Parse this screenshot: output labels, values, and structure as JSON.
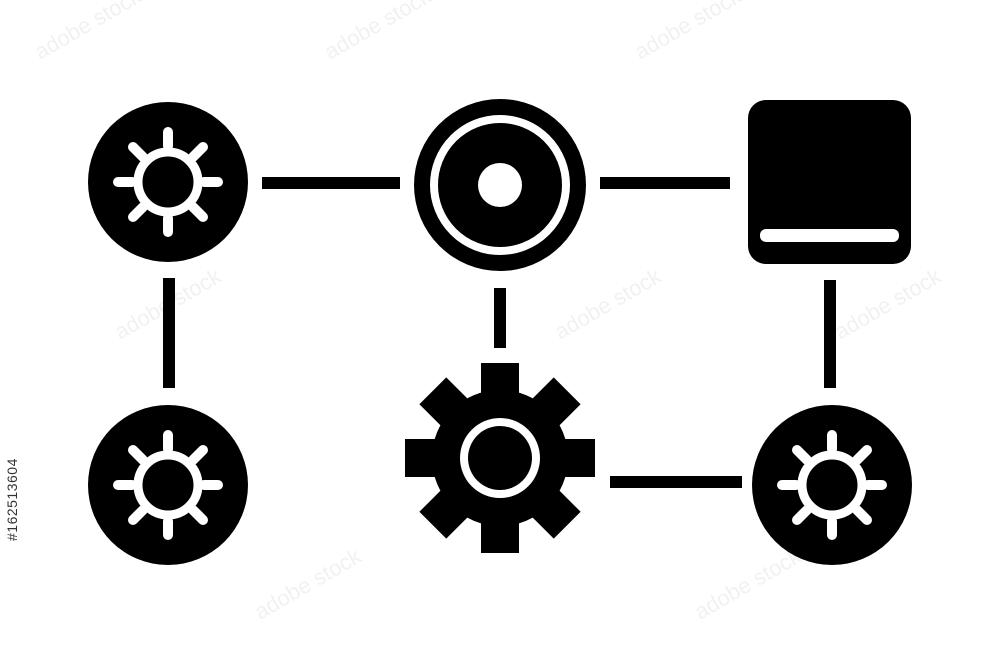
{
  "colors": {
    "ink": "#000000",
    "background": "#ffffff"
  },
  "nodes": [
    {
      "id": "node-top-left",
      "icon": "gear-circle-icon"
    },
    {
      "id": "node-top-center",
      "icon": "target-ring-icon"
    },
    {
      "id": "node-top-right",
      "icon": "server-box-icon"
    },
    {
      "id": "node-bottom-left",
      "icon": "gear-circle-icon"
    },
    {
      "id": "node-bottom-center",
      "icon": "cog-icon"
    },
    {
      "id": "node-bottom-right",
      "icon": "gear-circle-icon"
    }
  ],
  "watermark": {
    "stock_id": "#162513604"
  }
}
